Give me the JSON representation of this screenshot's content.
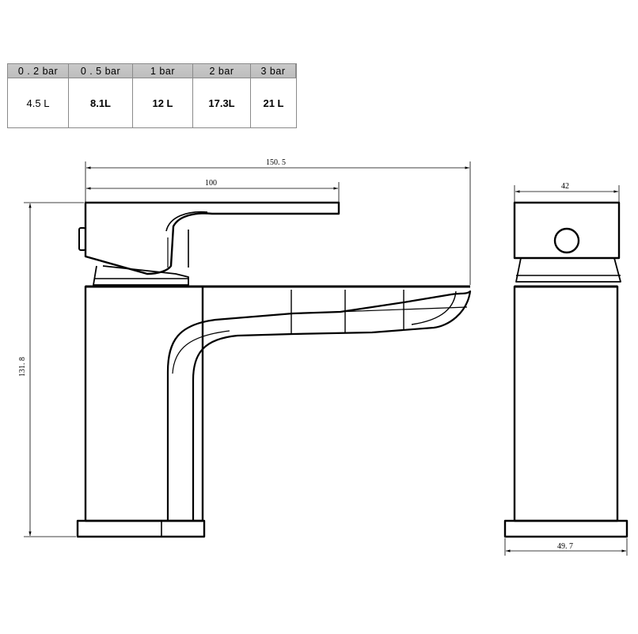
{
  "flow_table": {
    "pressures": [
      "0 . 2 bar",
      "0 . 5 bar",
      "1 bar",
      "2 bar",
      "3 bar"
    ],
    "flows": [
      "4.5 L",
      "8.1L",
      "12 L",
      "17.3L",
      "21 L"
    ]
  },
  "dimensions": {
    "overall_length": "150. 5",
    "handle_length": "100",
    "height": "131. 8",
    "top_width": "42",
    "base_width": "49. 7"
  }
}
